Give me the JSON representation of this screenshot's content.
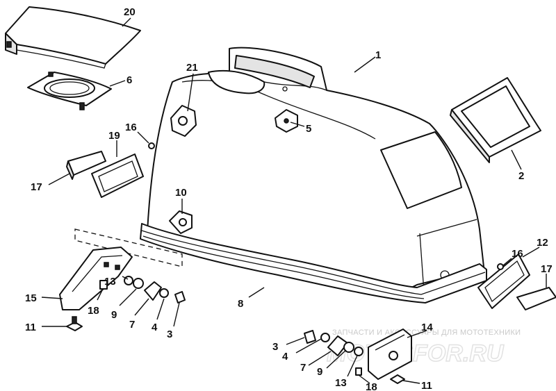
{
  "callouts": [
    {
      "id": "1",
      "label": "1"
    },
    {
      "id": "2",
      "label": "2"
    },
    {
      "id": "3a",
      "label": "3"
    },
    {
      "id": "3b",
      "label": "3"
    },
    {
      "id": "4a",
      "label": "4"
    },
    {
      "id": "4b",
      "label": "4"
    },
    {
      "id": "5",
      "label": "5"
    },
    {
      "id": "6",
      "label": "6"
    },
    {
      "id": "7a",
      "label": "7"
    },
    {
      "id": "7b",
      "label": "7"
    },
    {
      "id": "8",
      "label": "8"
    },
    {
      "id": "9a",
      "label": "9"
    },
    {
      "id": "9b",
      "label": "9"
    },
    {
      "id": "10",
      "label": "10"
    },
    {
      "id": "11a",
      "label": "11"
    },
    {
      "id": "11b",
      "label": "11"
    },
    {
      "id": "12",
      "label": "12"
    },
    {
      "id": "13a",
      "label": "13"
    },
    {
      "id": "13b",
      "label": "13"
    },
    {
      "id": "14",
      "label": "14"
    },
    {
      "id": "15",
      "label": "15"
    },
    {
      "id": "16a",
      "label": "16"
    },
    {
      "id": "16b",
      "label": "16"
    },
    {
      "id": "17a",
      "label": "17"
    },
    {
      "id": "17b",
      "label": "17"
    },
    {
      "id": "18a",
      "label": "18"
    },
    {
      "id": "18b",
      "label": "18"
    },
    {
      "id": "19",
      "label": "19"
    },
    {
      "id": "20",
      "label": "20"
    },
    {
      "id": "21",
      "label": "21"
    }
  ],
  "watermark": {
    "caption": "ЗАПЧАСТИ И АКСЕССУАРЫ ДЛЯ МОТОТЕХНИКИ",
    "brand": "MOTOSFOR.RU"
  }
}
